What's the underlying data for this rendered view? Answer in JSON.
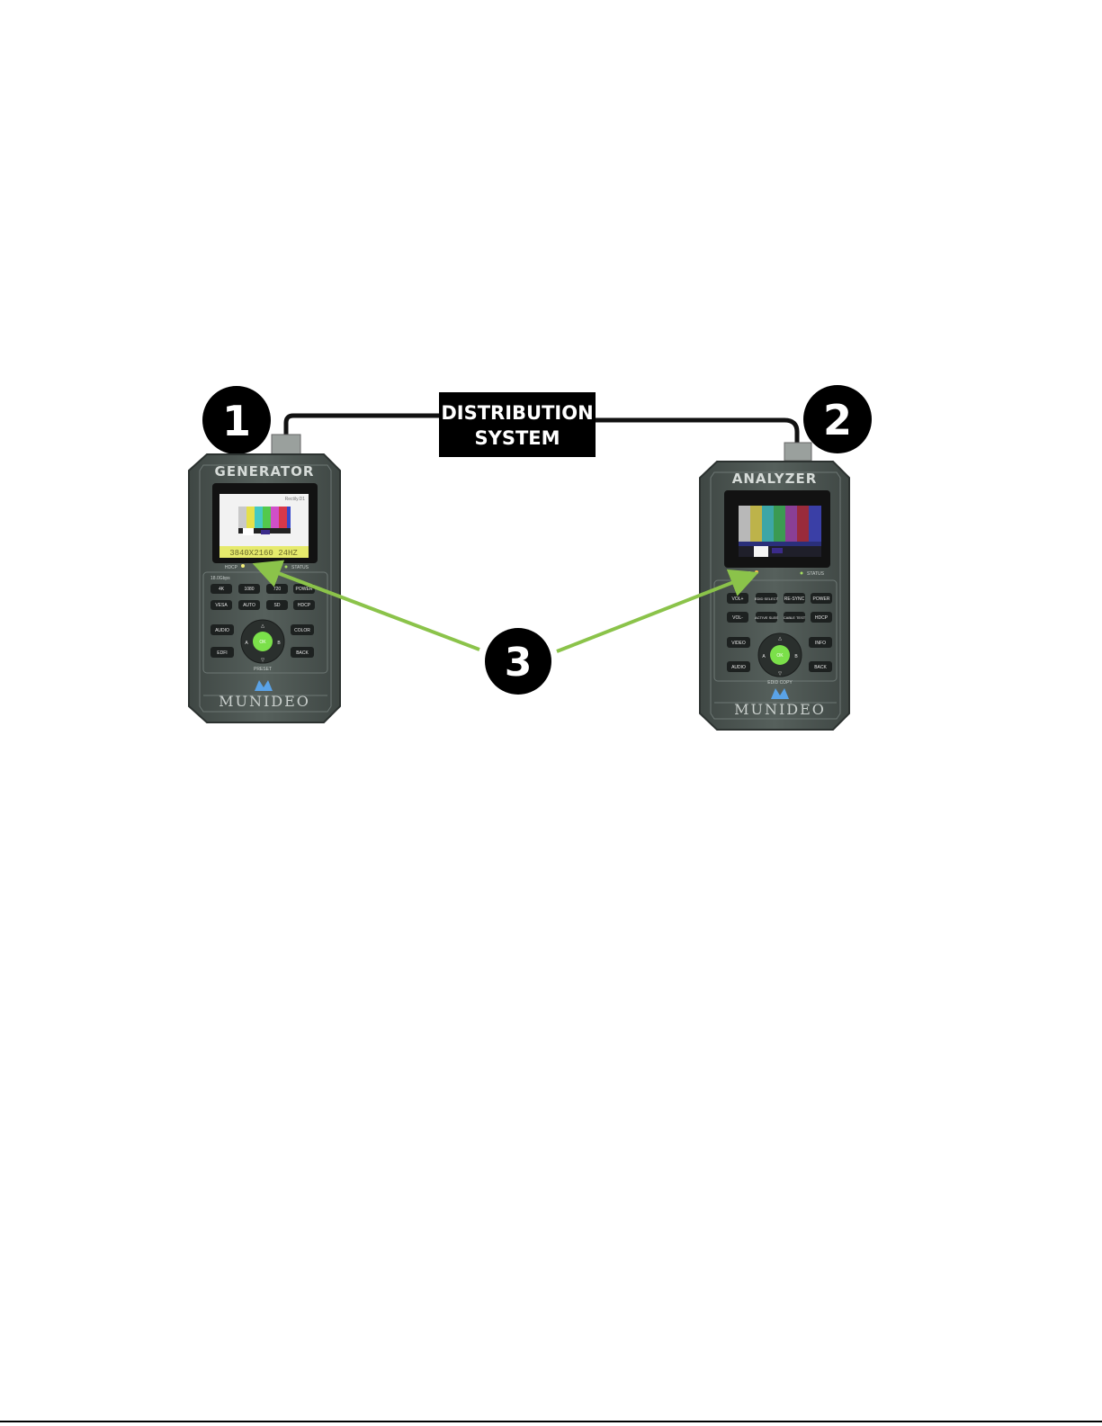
{
  "badges": {
    "one": "1",
    "two": "2",
    "three": "3"
  },
  "distribution": {
    "line1": "DISTRIBUTION",
    "line2": "SYSTEM"
  },
  "generator": {
    "title": "GENERATOR",
    "screen_text": "3840X2160 24HZ",
    "screen_corner": "Rectily.D1",
    "led_left": "HDCP",
    "led_right": "STATUS",
    "section_label": "18.0Gbps",
    "keys_row1": [
      "4K",
      "1080",
      "720",
      "POWER"
    ],
    "keys_row2": [
      "VESA",
      "AUTO",
      "SD",
      "HDCP"
    ],
    "keys_left": [
      "AUDIO",
      "EDFI"
    ],
    "keys_right": [
      "COLOR",
      "BACK"
    ],
    "ok": "OK",
    "dpad_a": "A",
    "dpad_b": "B",
    "dpad_label": "PRESET",
    "brand": "MUNIDEO"
  },
  "analyzer": {
    "title": "ANALYZER",
    "led_left": "HDCP",
    "led_right": "STATUS",
    "keys_row1": [
      "VOL+",
      "EDID SELECT",
      "RE-SYNC",
      "POWER"
    ],
    "keys_row2": [
      "VOL-",
      "ACTIVE SLEE",
      "CABLE TEST",
      "HDCP"
    ],
    "keys_left": [
      "VIDEO",
      "AUDIO"
    ],
    "keys_right": [
      "INFO",
      "BACK"
    ],
    "ok": "OK",
    "dpad_a": "A",
    "dpad_b": "B",
    "dpad_label": "EDID COPY",
    "brand": "MUNIDEO"
  },
  "colors": {
    "arrow": "#8bc34a",
    "ok_button": "#7be04a",
    "device_body": "#4e5754",
    "badge": "#000000"
  },
  "icons": [
    "munideo-logo-icon",
    "up-arrow-icon",
    "down-arrow-icon",
    "led-icon"
  ]
}
